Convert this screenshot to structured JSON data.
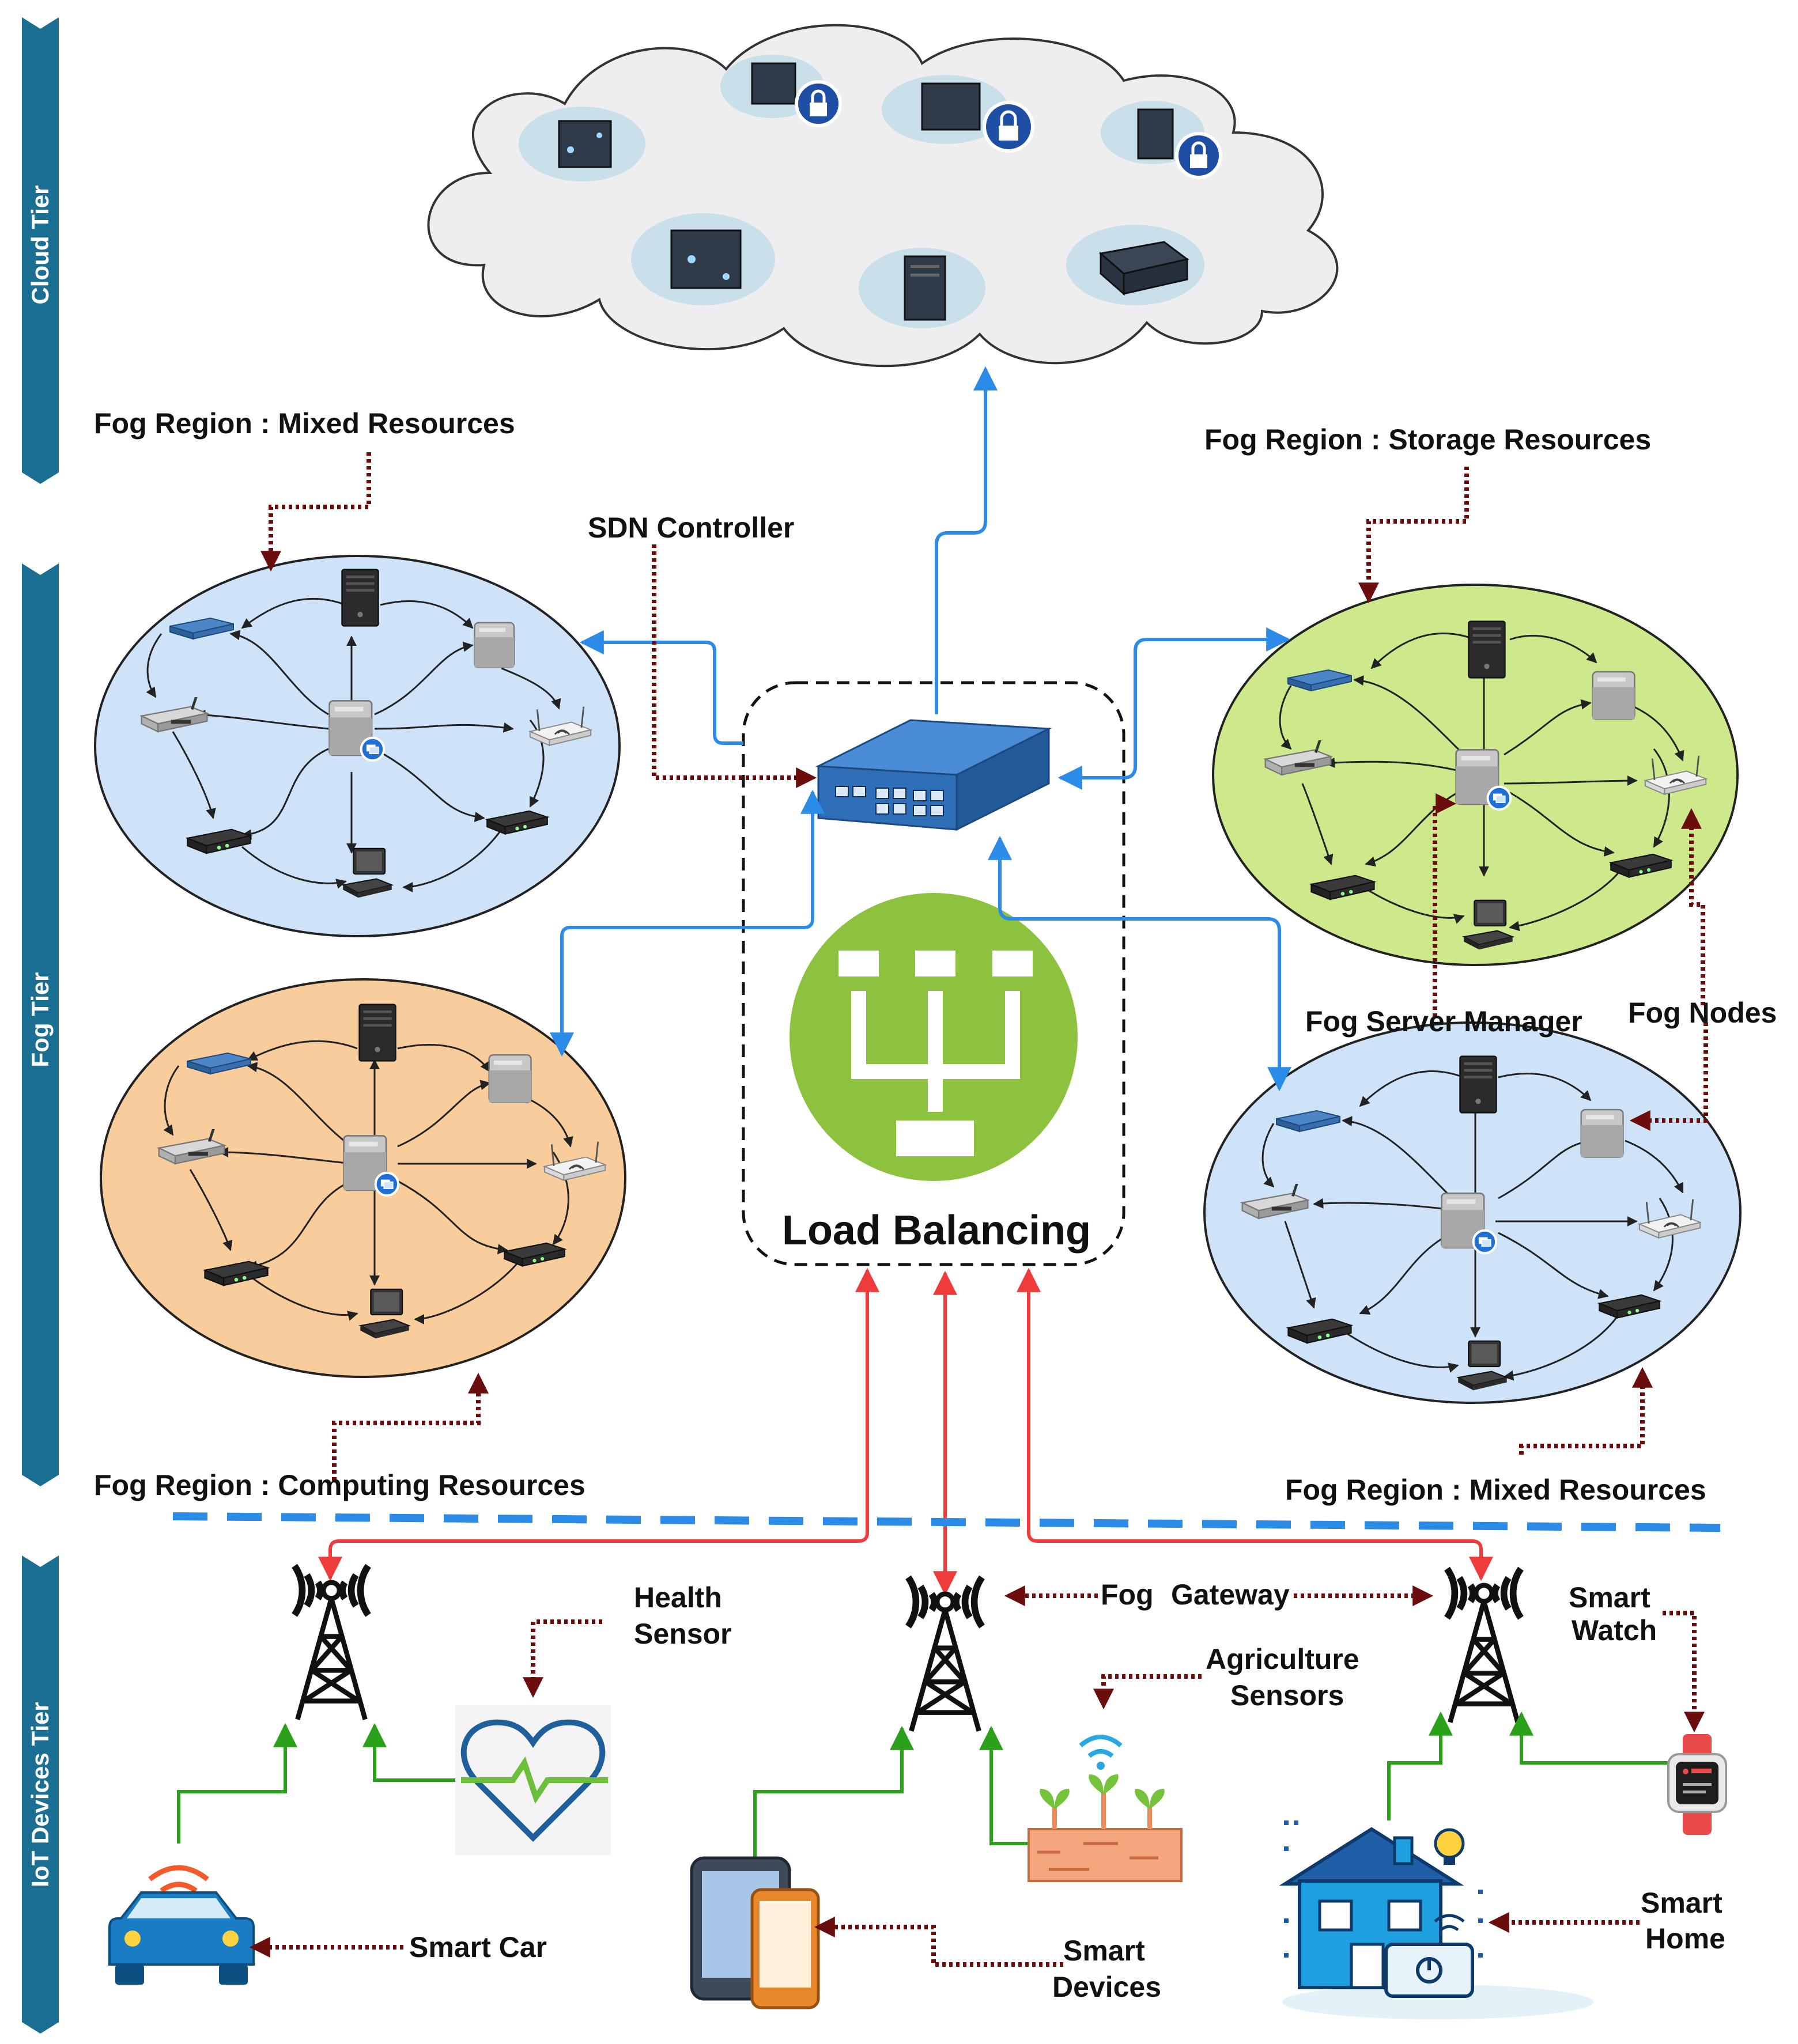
{
  "tiers": {
    "cloud": "Cloud Tier",
    "fog": "Fog Tier",
    "iot": "IoT Devices Tier"
  },
  "labels": {
    "fog_mixed_top": "Fog Region : Mixed Resources",
    "fog_storage": "Fog Region : Storage Resources",
    "fog_computing": "Fog Region : Computing Resources",
    "fog_mixed_bottom": "Fog Region : Mixed Resources",
    "sdn_controller": "SDN Controller",
    "load_balancing": "Load Balancing",
    "fog_server_manager": "Fog Server Manager",
    "fog_nodes": "Fog Nodes",
    "fog": "Fog",
    "gateway": "Gateway",
    "health": "Health",
    "sensor": "Sensor",
    "agriculture": "Agriculture",
    "sensors": "Sensors",
    "smart_watch_1": "Smart",
    "smart_watch_2": "Watch",
    "smart_car": "Smart Car",
    "smart_devices_1": "Smart",
    "smart_devices_2": "Devices",
    "smart_home_1": "Smart",
    "smart_home_2": "Home"
  },
  "colors": {
    "tier_banner": "#1b6f93",
    "link_blue": "#2b8be6",
    "link_red": "#ef3b3b",
    "link_green": "#2aa01b",
    "dotted_arrow": "#6b0d0d",
    "region_blue": "#cfe3f8",
    "region_green": "#cde98c",
    "region_orange": "#f9cc9c",
    "load_balancer": "#8cc23e",
    "cloud": "#eeeeee"
  }
}
